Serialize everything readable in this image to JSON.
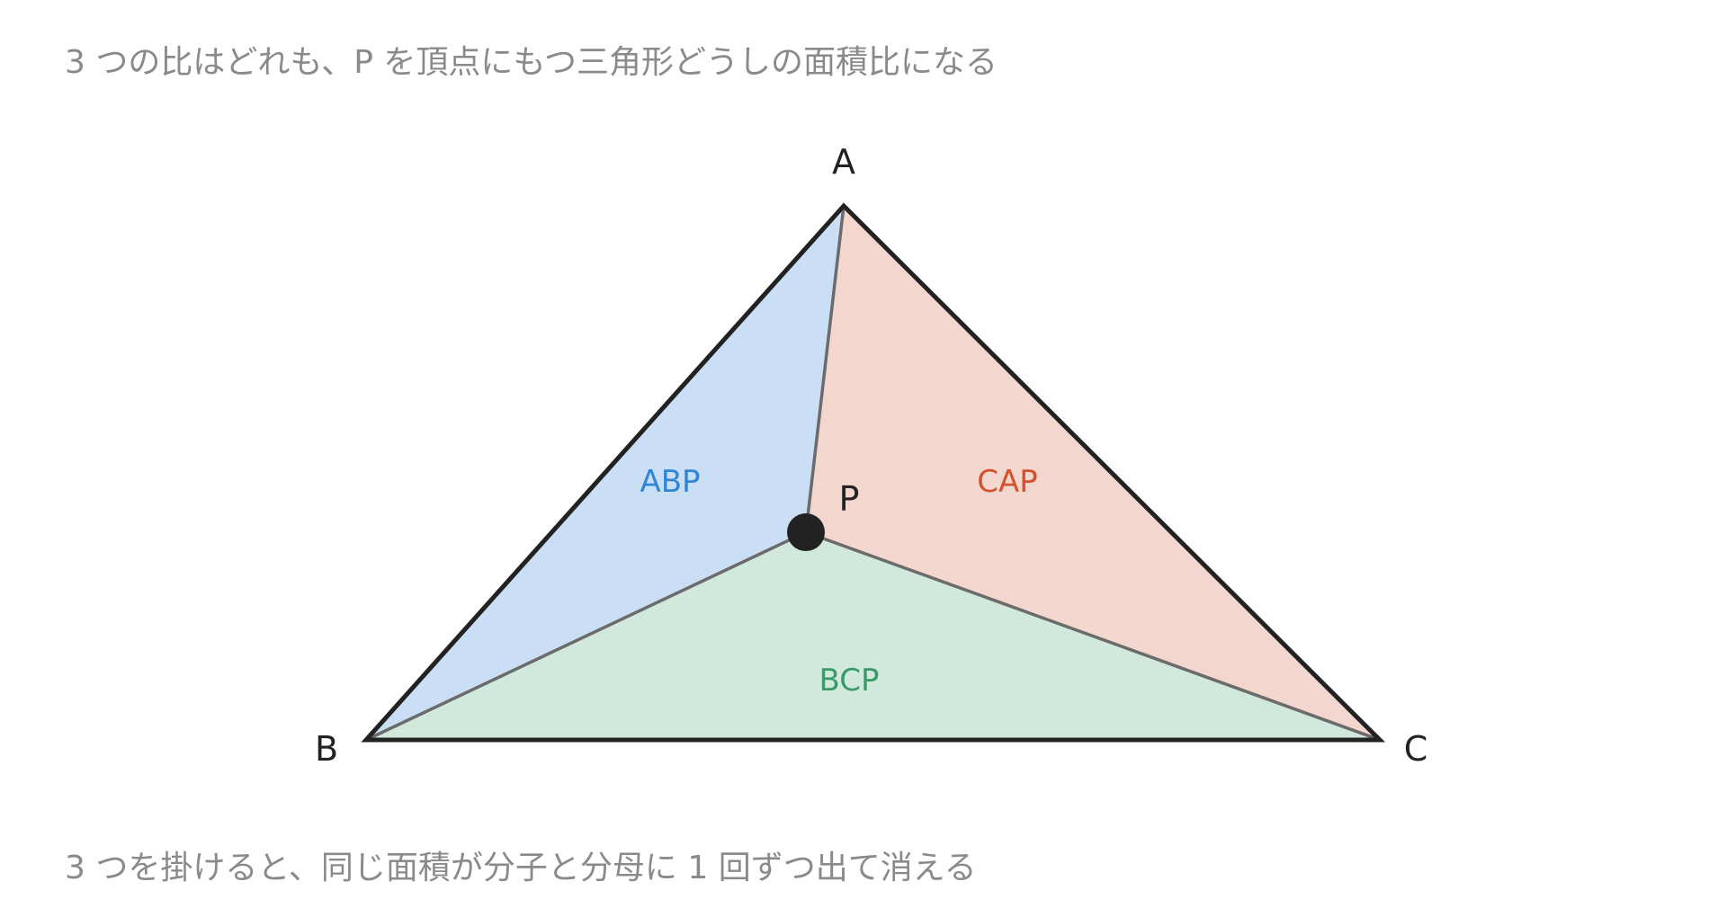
{
  "captions": {
    "top": "3 つの比はどれも、P を頂点にもつ三角形どうしの面積比になる",
    "bottom": "3 つを掛けると、同じ面積が分子と分母に 1 回ずつ出て消える"
  },
  "vertices": {
    "A": "A",
    "B": "B",
    "C": "C",
    "P": "P"
  },
  "regions": {
    "abp": {
      "label": "ABP",
      "fill": "#cadff5",
      "text_color": "#2f86d6"
    },
    "bcp": {
      "label": "BCP",
      "fill": "#d1e8dc",
      "text_color": "#3a9a6a"
    },
    "cap": {
      "label": "CAP",
      "fill": "#f3d7cf",
      "text_color": "#d0532d"
    }
  },
  "colors": {
    "outline": "#222222",
    "inner_lines": "#6b6b6b",
    "point": "#222222",
    "caption": "#8a8a8a"
  }
}
